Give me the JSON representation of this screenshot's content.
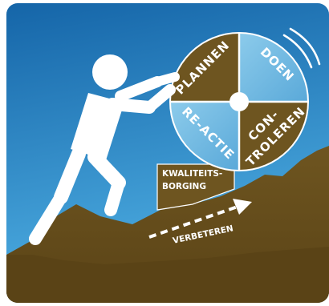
{
  "diagram": {
    "wheel": {
      "quadrants": [
        {
          "id": "plan",
          "label": "PLANNEN",
          "color": "#6e5520"
        },
        {
          "id": "do",
          "label": "DOEN",
          "color": "#74bde4"
        },
        {
          "id": "check",
          "label_line1": "CON-",
          "label_line2": "TROLEREN",
          "color": "#6e5520"
        },
        {
          "id": "act",
          "label": "RE-ACTIE",
          "color": "#74bde4"
        }
      ],
      "hub_color": "#ffffff"
    },
    "wedge": {
      "label_line1": "KWALITEITS-",
      "label_line2": "BORGING",
      "color": "#6e5520"
    },
    "slope_arrow": {
      "label": "VERBETEREN"
    },
    "colors": {
      "sky_top": "#1565a8",
      "sky_bottom": "#4aa6dc",
      "hill": "#6e5520",
      "hill_dark": "#5c4518",
      "figure": "#ffffff",
      "border": "#d9d9d9"
    },
    "icons": [
      "stick-figure-icon",
      "motion-lines-icon",
      "dashed-arrow-icon"
    ]
  }
}
